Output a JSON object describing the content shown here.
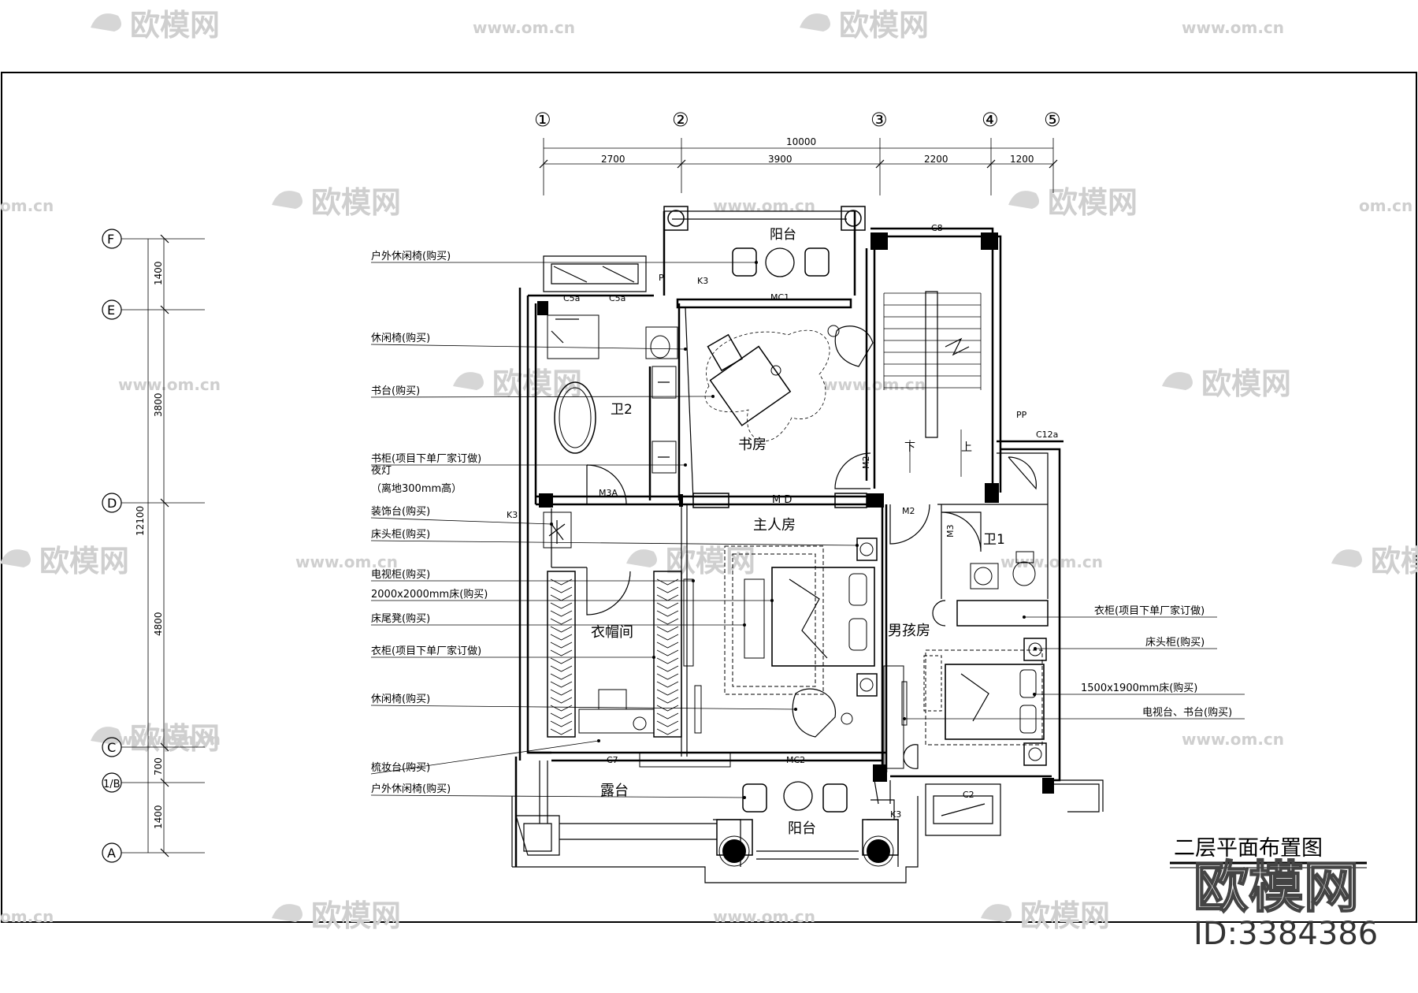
{
  "drawing_title": "二层平面布置图",
  "watermark": {
    "brand": "欧模网",
    "url": "www.om.cn",
    "url_short": "om.cn",
    "id_text": "ID:3384386"
  },
  "axes": {
    "top": [
      "①",
      "②",
      "③",
      "④",
      "⑤"
    ],
    "left": [
      "F",
      "E",
      "D",
      "C",
      "1/B",
      "A"
    ]
  },
  "dims": {
    "top_total": "10000",
    "top_parts": [
      "2700",
      "3900",
      "2200",
      "1200"
    ],
    "left_total": "12100",
    "left_parts": [
      "1400",
      "3800",
      "4800",
      "700",
      "1400"
    ]
  },
  "rooms": {
    "balcony_top": "阳台",
    "study": "书房",
    "bath2": "卫2",
    "master": "主人房",
    "closet": "衣帽间",
    "boy_room": "男孩房",
    "bath1": "卫1",
    "terrace": "露台",
    "balcony_bottom": "阳台",
    "stair_down": "下",
    "stair_up": "上"
  },
  "tags": {
    "c8": "C8",
    "c5a1": "C5a",
    "c5a2": "C5a",
    "mc1": "MC1",
    "k3a": "K3",
    "pp": "PP",
    "c12a": "C12a",
    "m2a": "M2",
    "m2b": "M2",
    "m3": "M3",
    "m3a": "M3A",
    "md": "M D",
    "k3b": "K3",
    "c7": "C7",
    "mc2": "MC2",
    "k3c": "K3",
    "c2": "C2",
    "p": "P"
  },
  "left_labels": [
    "户外休闲椅(购买)",
    "休闲椅(购买)",
    "书台(购买)",
    "书柜(项目下单厂家订做)",
    "夜灯",
    "（离地300mm高）",
    "装饰台(购买)",
    "床头柜(购买)",
    "电视柜(购买)",
    "2000x2000mm床(购买)",
    "床尾凳(购买)",
    "衣柜(项目下单厂家订做)",
    "休闲椅(购买)",
    "梳妆台(购买)",
    "户外休闲椅(购买)"
  ],
  "right_labels": [
    "衣柜(项目下单厂家订做)",
    "床头柜(购买)",
    "1500x1900mm床(购买)",
    "电视台、书台(购买)"
  ]
}
